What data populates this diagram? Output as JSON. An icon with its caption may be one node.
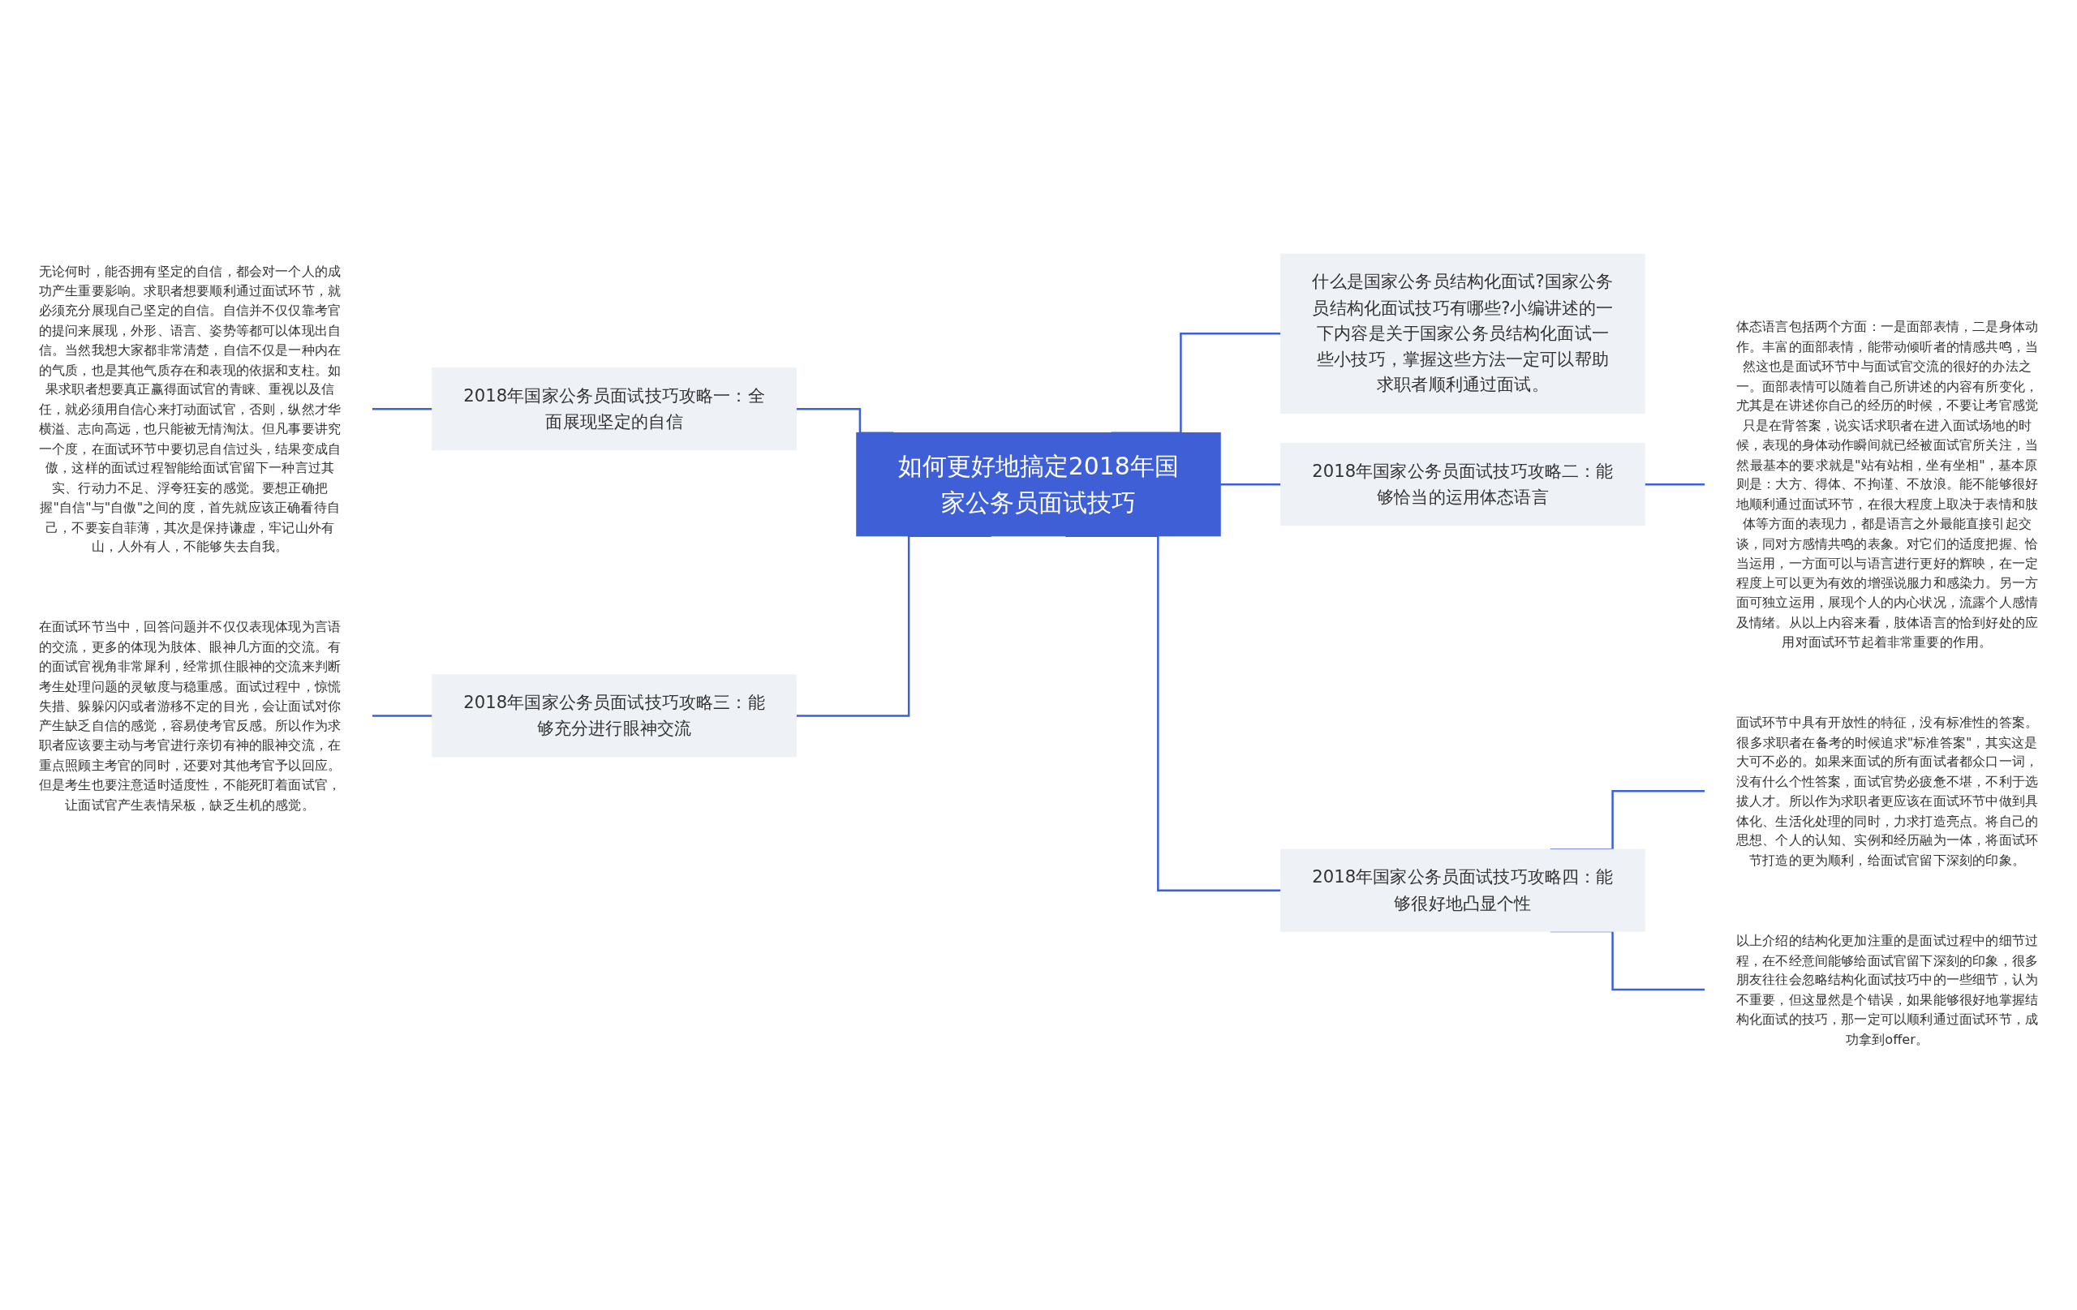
{
  "diagram": {
    "nodes": [
      {
        "text": [
          "如何更好地搞定2018年国家公务员面试技巧"
        ]
      },
      {
        "text": [
          "什么是国家公务员结构化面试?国家公务员结构化面试技巧有哪些?小编讲述的一下内容是关于国家公务员结构化面试一些小技巧，掌握这些方法一定可以帮助求职者顺利通过面试。"
        ]
      },
      {
        "text": [
          "2018年国家公务员面试技巧攻略一：全面展现坚定的自信"
        ]
      },
      {
        "text": [
          "无论何时，能否拥有坚定的自信，都会对一个人的成功产生重要影响。求职者想要顺利通过面试环节，就必须充分展现自己坚定的自信。自信并不仅仅靠考官的提问来展现，外形、语言、姿势等都可以体现出自信。当然我想大家都非常清楚，自信不仅是一种内在的气质，也是其他气质存在和表现的依据和支柱。如果求职者想要真正赢得面试官的青睐、重视以及信任，就必须用自信心来打动面试官，否则，纵然才华横溢、志向高远，也只能被无情淘汰。但凡事要讲究一个度，在面试环节中要切忌自信过头，结果变成自傲，这样的面试过程智能给面试官留下一种言过其实、行动力不足、浮夸狂妄的感觉。要想正确把握\"自信\"与\"自傲\"之间的度，首先就应该正确看待自己，不要妄自菲薄，其次是保持谦虚，牢记山外有山，人外有人，不能够失去自我。"
        ]
      },
      {
        "text": [
          "2018年国家公务员面试技巧攻略三：能够充分进行眼神交流"
        ]
      },
      {
        "text": [
          "在面试环节当中，回答问题并不仅仅表现体现为言语的交流，更多的体现为肢体、眼神几方面的交流。有的面试官视角非常犀利，经常抓住眼神的交流来判断考生处理问题的灵敏度与稳重感。面试过程中，惊慌失措、躲躲闪闪或者游移不定的目光，会让面试对你产生缺乏自信的感觉，容易使考官反感。所以作为求职者应该要主动与考官进行亲切有神的眼神交流，在重点照顾主考官的同时，还要对其他考官予以回应。但是考生也要注意适时适度性，不能死盯着面试官，让面试官产生表情呆板，缺乏生机的感觉。"
        ]
      },
      {
        "text": [
          "2018年国家公务员面试技巧攻略二：能够恰当的运用体态语言"
        ]
      },
      {
        "text": [
          "体态语言包括两个方面：一是面部表情，二是身体动作。丰富的面部表情，能带动倾听者的情感共鸣，当然这也是面试环节中与面试官交流的很好的办法之一。面部表情可以随着自己所讲述的内容有所变化，尤其是在讲述你自己的经历的时候，不要让考官感觉只是在背答案，说实话求职者在进入面试场地的时候，表现的身体动作瞬间就已经被面试官所关注，当然最基本的要求就是\"站有站相，坐有坐相\"，基本原则是：大方、得体、不拘谨、不放浪。能不能够很好地顺利通过面试环节，在很大程度上取决于表情和肢体等方面的表现力，都是语言之外最能直接引起交谈，同对方感情共鸣的表象。对它们的适度把握、恰当运用，一方面可以与语言进行更好的辉映，在一定程度上可以更为有效的增强说服力和感染力。另一方面可独立运用，展现个人的内心状况，流露个人感情及情绪。从以上内容来看，肢体语言的恰到好处的应用对面试环节起着非常重要的作用。"
        ]
      },
      {
        "text": [
          "2018年国家公务员面试技巧攻略四：能够很好地凸显个性"
        ]
      },
      {
        "text": [
          "面试环节中具有开放性的特征，没有标准性的答案。很多求职者在备考的时候追求\"标准答案\"，其实这是大可不必的。如果来面试的所有面试者都众口一词，没有什么个性答案，面试官势必疲惫不堪，不利于选拔人才。所以作为求职者更应该在面试环节中做到具体化、生活化处理的同时，力求打造亮点。将自己的思想、个人的认知、实例和经历融为一体，将面试环节打造的更为顺利，给面试官留下深刻的印象。"
        ]
      },
      {
        "text": [
          "以上介绍的结构化更加注重的是面试过程中的细节过程，在不经意间能够给面试官留下深刻的印象，很多朋友往往会忽略结构化面试技巧中的一些细节，认为不重要，但这显然是个错误，如果能够很好地掌握结构化面试的技巧，那一定可以顺利通过面试环节，成功拿到offer。"
        ]
      }
    ],
    "edges": [
      {
        "from": 3,
        "to": 2,
        "arrow": "none"
      },
      {
        "from": 5,
        "to": 4,
        "arrow": "none"
      },
      {
        "from": 2,
        "to": 0,
        "arrow": "none"
      },
      {
        "from": 4,
        "to": 0,
        "arrow": "none"
      },
      {
        "from": 0,
        "to": 1,
        "arrow": "none"
      },
      {
        "from": 0,
        "to": 6,
        "arrow": "none"
      },
      {
        "from": 0,
        "to": 8,
        "arrow": "none"
      },
      {
        "from": 6,
        "to": 7,
        "arrow": "none"
      },
      {
        "from": 8,
        "to": 9,
        "arrow": "none"
      },
      {
        "from": 8,
        "to": 10,
        "arrow": "none"
      }
    ]
  }
}
